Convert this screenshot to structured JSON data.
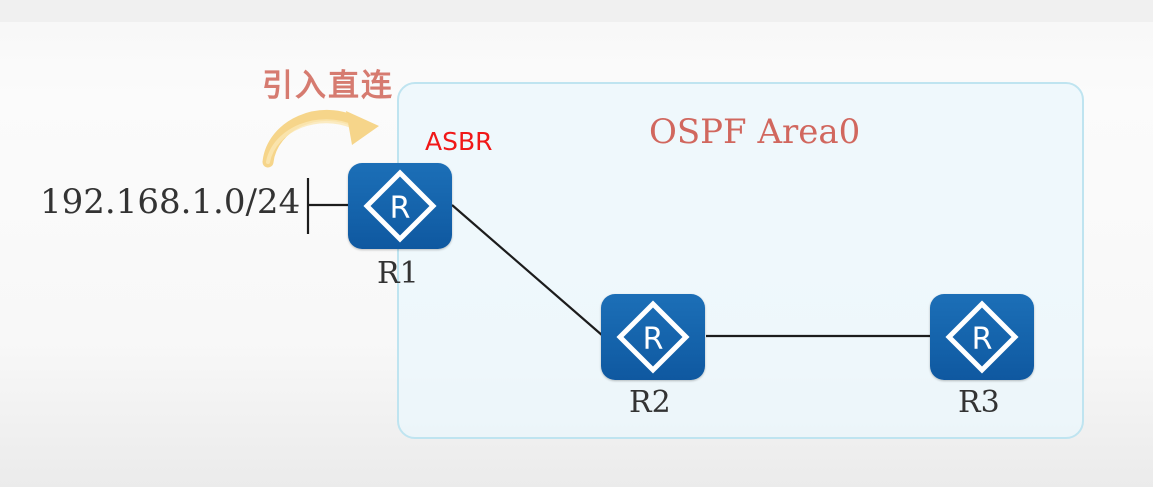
{
  "diagram": {
    "area": {
      "title": "OSPF Area0"
    },
    "asbr_label": "ASBR",
    "import_label": "引入直连",
    "network_label": "192.168.1.0/24",
    "routers": [
      {
        "id": "r1",
        "name": "R1",
        "icon": "router-icon"
      },
      {
        "id": "r2",
        "name": "R2",
        "icon": "router-icon"
      },
      {
        "id": "r3",
        "name": "R3",
        "icon": "router-icon"
      }
    ],
    "links": [
      {
        "from": "R1",
        "to": "R2"
      },
      {
        "from": "R2",
        "to": "R3"
      },
      {
        "from": "network",
        "to": "R1"
      }
    ],
    "colors": {
      "router_fill": "#1462aa",
      "area_border": "#bfe4f0",
      "area_fill": "#ebf7fc",
      "area_title": "#d1675e",
      "asbr_label": "#f01818",
      "import_label": "#d67b70",
      "import_arrow": "#f6d58a"
    }
  }
}
